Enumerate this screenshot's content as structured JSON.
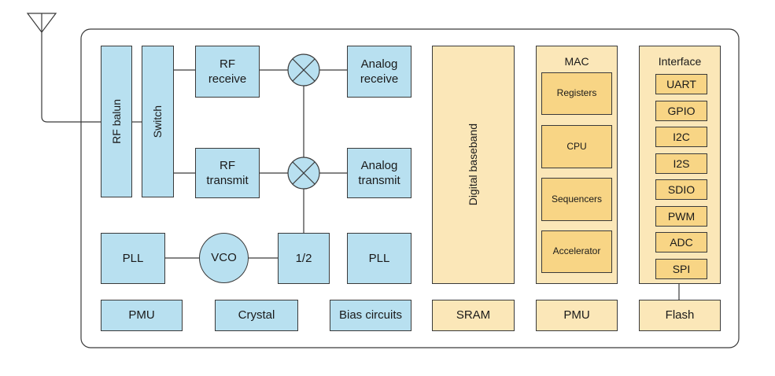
{
  "rf": {
    "rf_balun": "RF balun",
    "switch": "Switch",
    "rf_receive": "RF\nreceive",
    "rf_transmit": "RF\ntransmit",
    "analog_receive": "Analog\nreceive",
    "analog_transmit": "Analog\ntransmit"
  },
  "clock": {
    "pll_left": "PLL",
    "vco": "VCO",
    "divider": "1/2",
    "pll_right": "PLL"
  },
  "power": {
    "pmu_left": "PMU",
    "crystal": "Crystal",
    "bias": "Bias circuits"
  },
  "digital": {
    "baseband": "Digital baseband",
    "sram": "SRAM",
    "pmu_right": "PMU",
    "flash": "Flash"
  },
  "mac": {
    "title": "MAC",
    "items": [
      "Registers",
      "CPU",
      "Sequencers",
      "Accelerator"
    ]
  },
  "interface": {
    "title": "Interface",
    "items": [
      "UART",
      "GPIO",
      "I2C",
      "I2S",
      "SDIO",
      "PWM",
      "ADC",
      "SPI"
    ]
  },
  "colors": {
    "rf_blue": "#b8e0f0",
    "digital_tan": "#fbe7b8",
    "sub_gold": "#f8d585",
    "outline": "#3a3a3a"
  }
}
